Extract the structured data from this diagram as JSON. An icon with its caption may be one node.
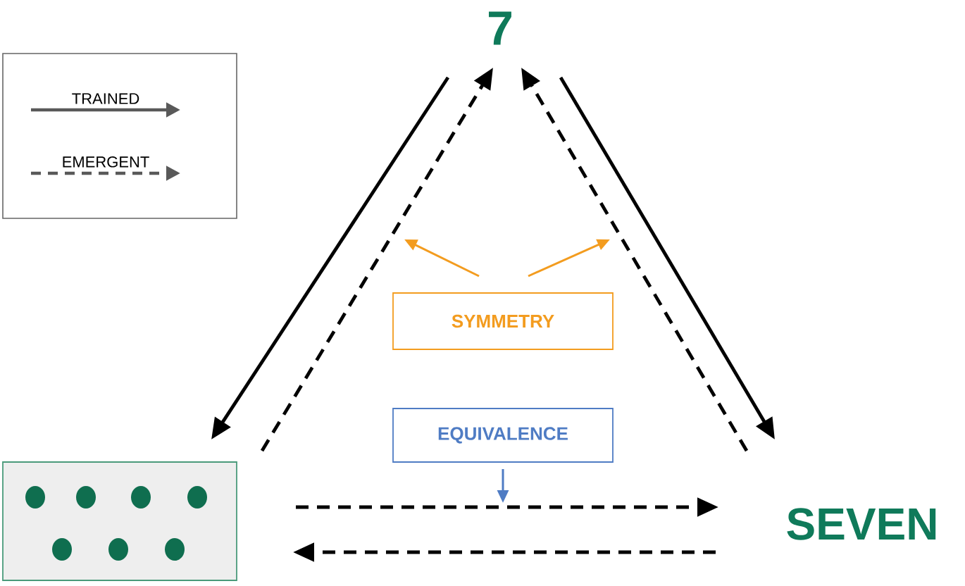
{
  "diagram": {
    "nodes": [
      {
        "text": [
          "7"
        ]
      },
      {
        "text": [],
        "shape": "box"
      },
      {
        "text": [
          "SEVEN"
        ]
      },
      {
        "text": [
          "SYMMETRY"
        ]
      },
      {
        "text": [
          "EQUIVALENCE"
        ]
      }
    ],
    "edges": [
      {
        "from": 0,
        "to": 1,
        "arrow": "to"
      },
      {
        "from": 1,
        "to": 0,
        "arrow": "to",
        "style": "dashed"
      },
      {
        "from": 0,
        "to": 2,
        "arrow": "to"
      },
      {
        "from": 2,
        "to": 0,
        "arrow": "to",
        "style": "dashed"
      },
      {
        "from": 1,
        "to": 2,
        "arrow": "to",
        "style": "dashed"
      },
      {
        "from": 2,
        "to": 1,
        "arrow": "to",
        "style": "dashed"
      },
      {
        "from": 3,
        "to": null,
        "arrow": "to",
        "color": "#f39c1f"
      },
      {
        "from": 3,
        "to": null,
        "arrow": "to",
        "color": "#f39c1f"
      },
      {
        "from": 4,
        "to": null,
        "arrow": "to",
        "color": "#4f7cc4"
      }
    ],
    "legend": [
      {
        "text": "TRAINED"
      },
      {
        "text": "EMERGENT"
      }
    ]
  }
}
